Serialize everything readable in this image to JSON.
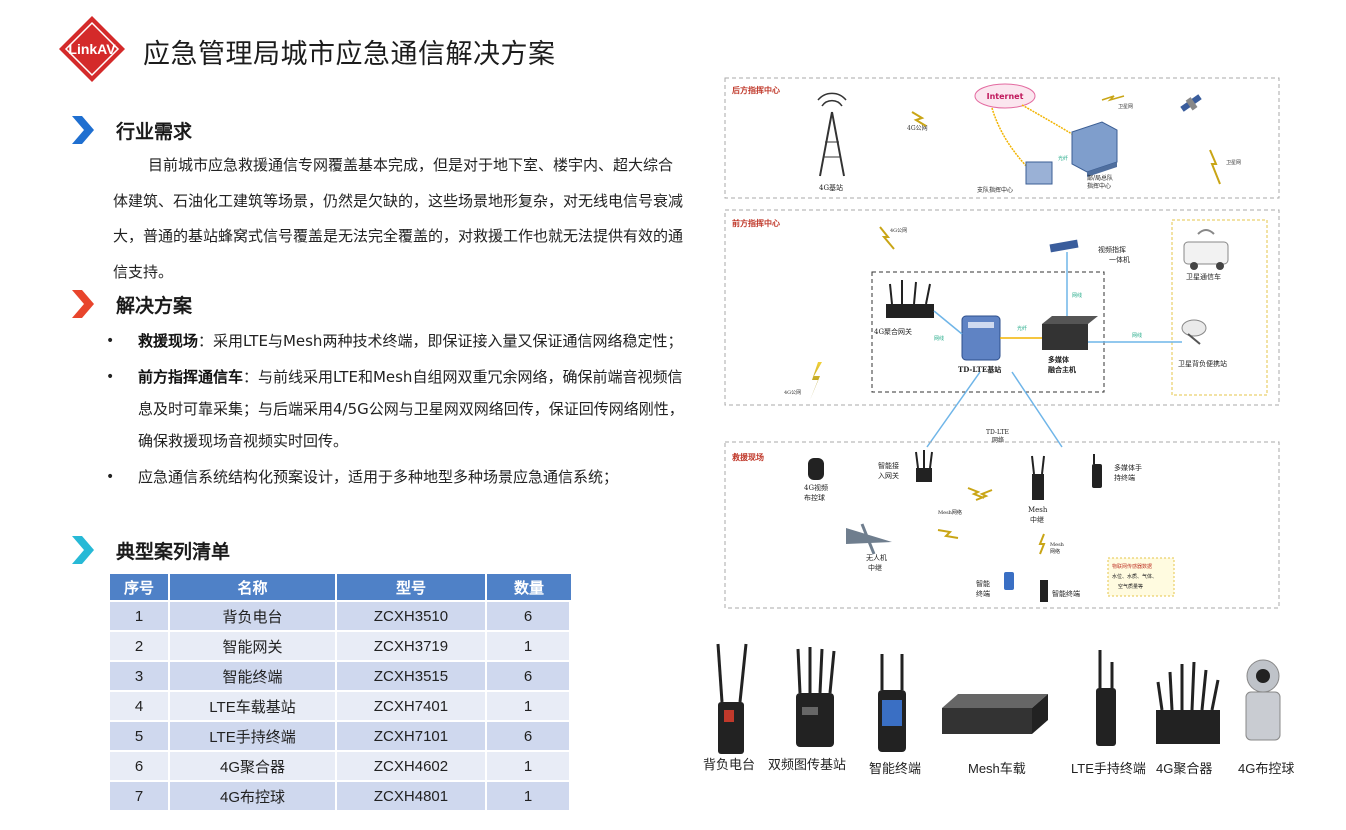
{
  "logo": {
    "text": "LinkAV",
    "color": "#d42a2a"
  },
  "title": "应急管理局城市应急通信解决方案",
  "colors": {
    "chev1": "#1f6fd0",
    "chev2": "#e8452c",
    "chev3": "#27b9d6",
    "table_header": "#4f81c7"
  },
  "sections": {
    "demand": {
      "heading": "行业需求",
      "paragraph": "目前城市应急救援通信专网覆盖基本完成，但是对于地下室、楼宇内、超大综合体建筑、石油化工建筑等场景，仍然是欠缺的，这些场景地形复杂，对无线电信号衰减大，普通的基站蜂窝式信号覆盖是无法完全覆盖的，对救援工作也就无法提供有效的通信支持。"
    },
    "solution": {
      "heading": "解决方案",
      "bullets": [
        {
          "bold": "救援现场",
          "text": "：采用LTE与Mesh两种技术终端，即保证接入量又保证通信网络稳定性；"
        },
        {
          "bold": "前方指挥通信车",
          "text": "：与前线采用LTE和Mesh自组网双重冗余网络，确保前端音视频信息及时可靠采集；与后端采用4/5G公网与卫星网双网络回传，保证回传网络刚性，确保救援现场音视频实时回传。"
        },
        {
          "bold": "",
          "text": "应急通信系统结构化预案设计，适用于多种地型多种场景应急通信系统；"
        }
      ]
    },
    "cases": {
      "heading": "典型案列清单",
      "columns": [
        "序号",
        "名称",
        "型号",
        "数量"
      ],
      "rows": [
        [
          "1",
          "背负电台",
          "ZCXH3510",
          "6"
        ],
        [
          "2",
          "智能网关",
          "ZCXH3719",
          "1"
        ],
        [
          "3",
          "智能终端",
          "ZCXH3515",
          "6"
        ],
        [
          "4",
          "LTE车载基站",
          "ZCXH7401",
          "1"
        ],
        [
          "5",
          "LTE手持终端",
          "ZCXH7101",
          "6"
        ],
        [
          "6",
          "4G聚合器",
          "ZCXH4602",
          "1"
        ],
        [
          "7",
          "4G布控球",
          "ZCXH4801",
          "1"
        ]
      ]
    }
  },
  "diagram": {
    "rear": {
      "title": "后方指挥中心",
      "internet": "Internet",
      "bs4g": "4G基站",
      "net4g": "4G公网",
      "sat": "卫星网",
      "hq": [
        "部/局总队",
        "指挥中心"
      ],
      "branch": "支队指挥中心",
      "fiber": "光纤",
      "sat2": "卫星网"
    },
    "front": {
      "title": "前方指挥中心",
      "net4g": "4G公网",
      "video": [
        "视频指挥",
        "一体机"
      ],
      "satcar": "卫星通信车",
      "gw": "4G聚合网关",
      "tdlte": "TD-LTE基站",
      "host": [
        "多媒体",
        "融合主机"
      ],
      "satpack": "卫星背负便携站",
      "eth": "网线",
      "fiber": "光纤",
      "eth2": "网线",
      "eth3": "网线",
      "net4g2": "4G公网"
    },
    "site": {
      "title": "救援现场",
      "tdlte": [
        "TD-LTE",
        "网络"
      ],
      "ball": [
        "4G视频",
        "布控球"
      ],
      "gw": [
        "智能接",
        "入网关"
      ],
      "mesh": [
        "Mesh",
        "中继"
      ],
      "mm": [
        "多媒体手",
        "持终端"
      ],
      "meshnet": "Mesh网络",
      "meshnet2": [
        "Mesh",
        "网络"
      ],
      "uav": [
        "无人机",
        "中继"
      ],
      "term1": [
        "智能",
        "终端"
      ],
      "term2": "智能终端",
      "iot": [
        "物联网传感器数据",
        "水位、水质、气体、",
        "空气质量等"
      ]
    }
  },
  "products": [
    {
      "label": "背负电台"
    },
    {
      "label": "双频图传基站"
    },
    {
      "label": "智能终端"
    },
    {
      "label": "Mesh车载"
    },
    {
      "label": "LTE手持终端"
    },
    {
      "label": "4G聚合器"
    },
    {
      "label": "4G布控球"
    }
  ]
}
